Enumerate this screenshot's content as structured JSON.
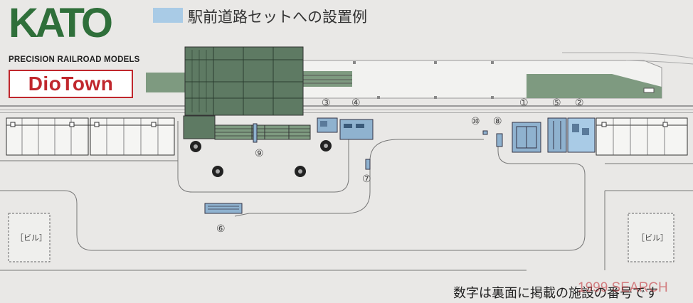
{
  "brand": {
    "logo_text": "KATO",
    "tagline": "PRECISION RAILROAD MODELS",
    "product_line": "DioTown"
  },
  "legend": {
    "swatch_color": "#a9cbe6",
    "label": "駅前道路セットへの設置例"
  },
  "building_labels": {
    "left": "［ビル］",
    "right": "［ビル］"
  },
  "item_numbers": {
    "n1": "①",
    "n2": "②",
    "n3": "③",
    "n4": "④",
    "n5": "⑤",
    "n6": "⑥",
    "n7": "⑦",
    "n8": "⑧",
    "n9": "⑨",
    "n10": "⑩"
  },
  "footer_note": "数字は裏面に掲載の施設の番号です",
  "watermark": "1999 SEARCH",
  "colors": {
    "track_green": "#7e9a80",
    "station_green": "#5e7a63",
    "fence_green": "#2f6f3a",
    "placed_item_blue": "#8fb2cf",
    "line": "#777777"
  }
}
